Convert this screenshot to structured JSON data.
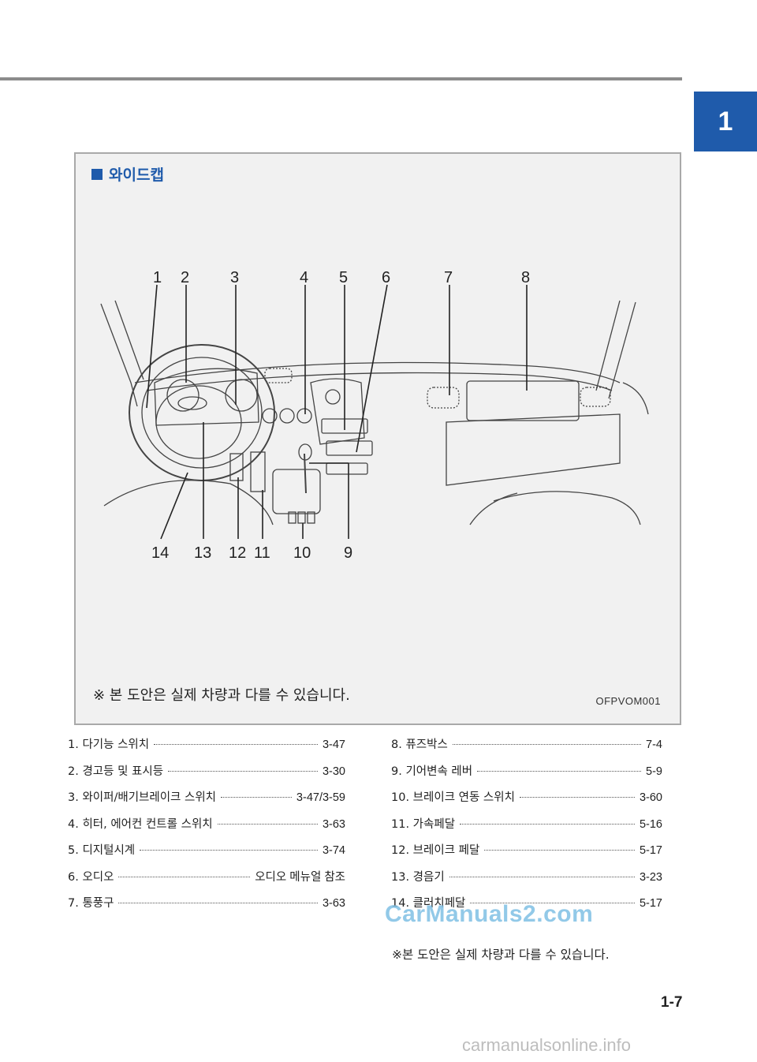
{
  "chapter": {
    "number": "1"
  },
  "figure": {
    "title": "와이드캡",
    "note": "※ 본 도안은 실제 차량과 다를 수 있습니다.",
    "code": "OFPVOM001",
    "callouts_top": [
      "1",
      "2",
      "3",
      "4",
      "5",
      "6",
      "7",
      "8"
    ],
    "callouts_bottom": [
      "14",
      "13",
      "12",
      "11",
      "10",
      "9"
    ]
  },
  "legend_left": [
    {
      "label": "1. 다기능 스위치",
      "page": "3-47"
    },
    {
      "label": "2. 경고등 및 표시등",
      "page": "3-30"
    },
    {
      "label": "3. 와이퍼/배기브레이크 스위치",
      "page": "3-47/3-59"
    },
    {
      "label": "4. 히터, 에어컨 컨트롤 스위치",
      "page": "3-63"
    },
    {
      "label": "5. 디지털시계",
      "page": "3-74"
    },
    {
      "label": "6. 오디오",
      "page": "오디오 메뉴얼 참조"
    },
    {
      "label": "7. 통풍구",
      "page": "3-63"
    }
  ],
  "legend_right": [
    {
      "label": "8. 퓨즈박스",
      "page": "7-4"
    },
    {
      "label": "9. 기어변속 레버",
      "page": "5-9"
    },
    {
      "label": "10. 브레이크 연동 스위치",
      "page": "3-60"
    },
    {
      "label": "11. 가속페달",
      "page": "5-16"
    },
    {
      "label": "12. 브레이크 페달",
      "page": "5-17"
    },
    {
      "label": "13. 경음기",
      "page": "3-23"
    },
    {
      "label": "14. 클러치페달",
      "page": "5-17"
    }
  ],
  "watermark": "CarManuals2.com",
  "bottom_note": "※본 도안은 실제 차량과 다를 수 있습니다.",
  "page_number": "1-7",
  "footer_site": "carmanualsonline.info"
}
